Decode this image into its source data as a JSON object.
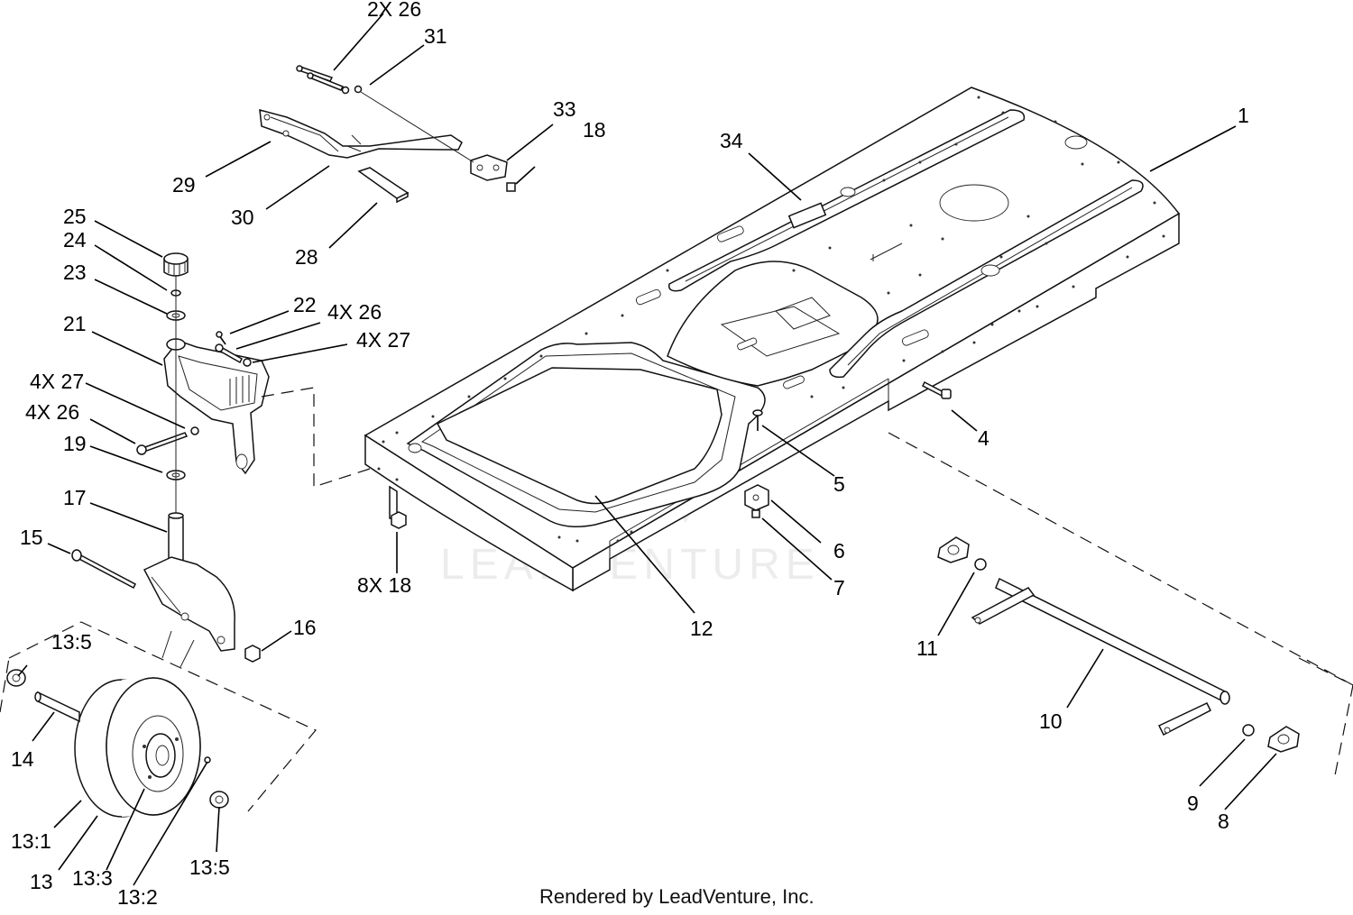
{
  "footer": "Rendered by LeadVenture, Inc.",
  "watermark": "LEADVENTURE",
  "callouts": [
    {
      "id": "1",
      "label": "1"
    },
    {
      "id": "4",
      "label": "4"
    },
    {
      "id": "5",
      "label": "5"
    },
    {
      "id": "6",
      "label": "6"
    },
    {
      "id": "7",
      "label": "7"
    },
    {
      "id": "8",
      "label": "8"
    },
    {
      "id": "8x18",
      "label": "8X 18"
    },
    {
      "id": "9",
      "label": "9"
    },
    {
      "id": "10",
      "label": "10"
    },
    {
      "id": "11",
      "label": "11"
    },
    {
      "id": "12",
      "label": "12"
    },
    {
      "id": "13",
      "label": "13"
    },
    {
      "id": "13-1",
      "label": "13:1"
    },
    {
      "id": "13-2",
      "label": "13:2"
    },
    {
      "id": "13-3",
      "label": "13:3"
    },
    {
      "id": "13-5a",
      "label": "13:5"
    },
    {
      "id": "13-5b",
      "label": "13:5"
    },
    {
      "id": "14",
      "label": "14"
    },
    {
      "id": "15",
      "label": "15"
    },
    {
      "id": "16",
      "label": "16"
    },
    {
      "id": "17",
      "label": "17"
    },
    {
      "id": "18a",
      "label": "18"
    },
    {
      "id": "19",
      "label": "19"
    },
    {
      "id": "21",
      "label": "21"
    },
    {
      "id": "22",
      "label": "22"
    },
    {
      "id": "23",
      "label": "23"
    },
    {
      "id": "24",
      "label": "24"
    },
    {
      "id": "25",
      "label": "25"
    },
    {
      "id": "4x26a",
      "label": "4X 26"
    },
    {
      "id": "4x26b",
      "label": "4X 26"
    },
    {
      "id": "4x27a",
      "label": "4X 27"
    },
    {
      "id": "4x27b",
      "label": "4X 27"
    },
    {
      "id": "2x26",
      "label": "2X 26"
    },
    {
      "id": "28",
      "label": "28"
    },
    {
      "id": "29",
      "label": "29"
    },
    {
      "id": "30",
      "label": "30"
    },
    {
      "id": "31",
      "label": "31"
    },
    {
      "id": "33",
      "label": "33"
    },
    {
      "id": "34",
      "label": "34"
    }
  ]
}
